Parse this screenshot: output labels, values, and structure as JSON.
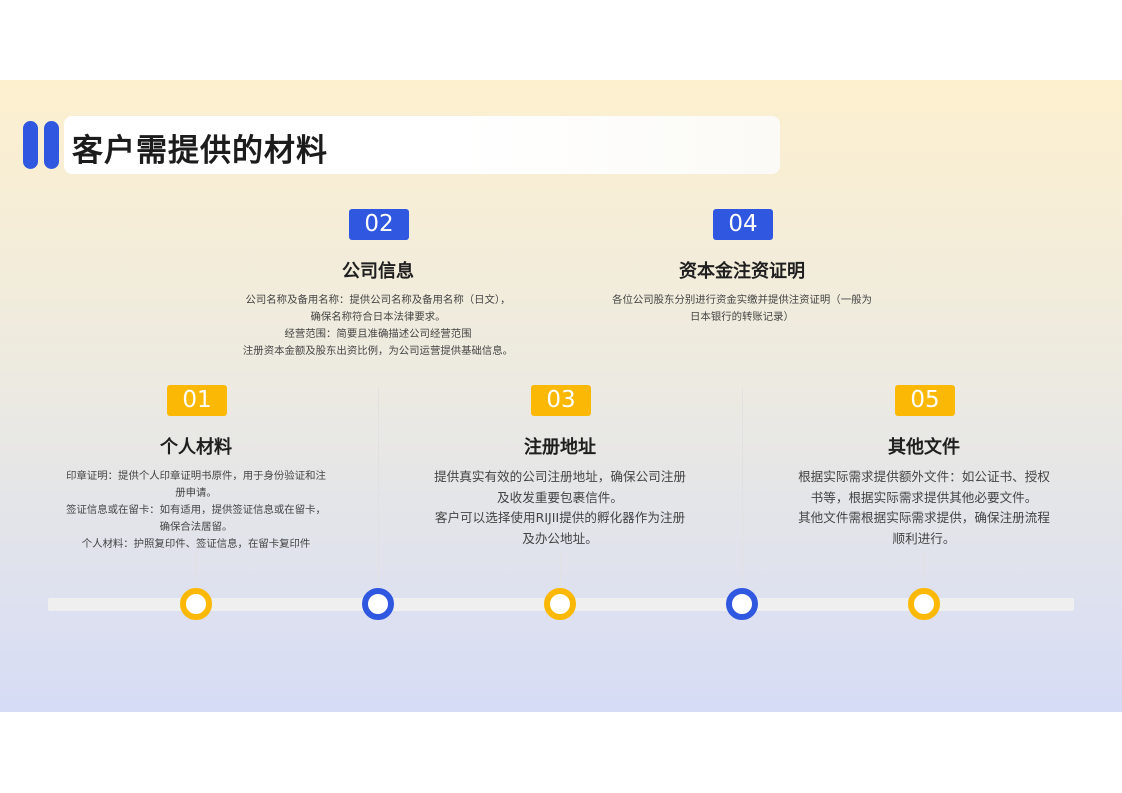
{
  "title": "客户需提供的材料",
  "items": [
    {
      "number": "02",
      "heading": "公司信息",
      "lines": [
        "公司名称及备用名称：提供公司名称及备用名称（日文），",
        "确保名称符合日本法律要求。",
        "经营范围：简要且准确描述公司经营范围",
        "注册资本金额及股东出资比例，为公司运营提供基础信息。"
      ]
    },
    {
      "number": "04",
      "heading": "资本金注资证明",
      "lines": [
        "各位公司股东分别进行资金实缴并提供注资证明（一般为",
        "日本银行的转账记录）"
      ]
    },
    {
      "number": "01",
      "heading": "个人材料",
      "lines": [
        "印章证明：提供个人印章证明书原件，用于身份验证和注",
        "册申请。",
        "签证信息或在留卡：如有适用，提供签证信息或在留卡，",
        "确保合法居留。",
        "个人材料：护照复印件、签证信息，在留卡复印件"
      ]
    },
    {
      "number": "03",
      "heading": "注册地址",
      "lines": [
        "提供真实有效的公司注册地址，确保公司注册",
        "及收发重要包裹信件。",
        "客户可以选择使用RIJII提供的孵化器作为注册",
        "及办公地址。"
      ]
    },
    {
      "number": "05",
      "heading": "其他文件",
      "lines": [
        "根据实际需求提供额外文件：如公证书、授权",
        "书等，根据实际需求提供其他必要文件。",
        "其他文件需根据实际需求提供，确保注册流程",
        "顺利进行。"
      ]
    }
  ],
  "colors": {
    "blue": "#2f57e0",
    "yellow": "#fbb805"
  }
}
